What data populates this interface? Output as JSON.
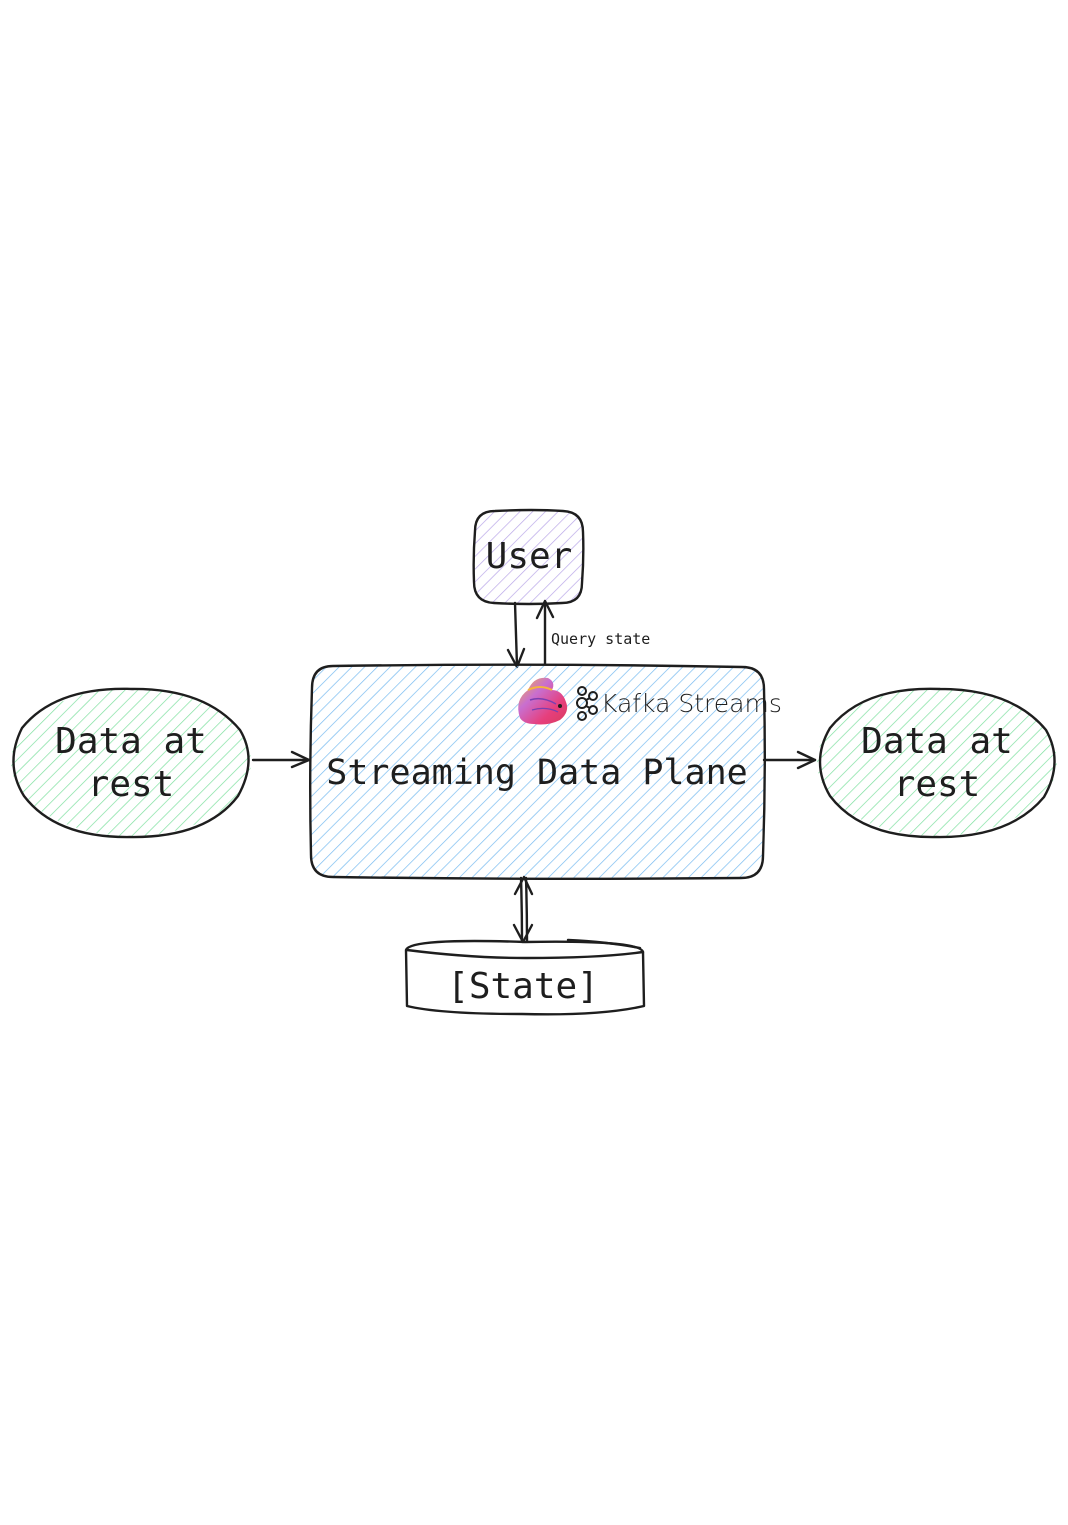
{
  "diagram": {
    "user": {
      "label": "User"
    },
    "query_label": "Query state",
    "plane": {
      "label": "Streaming Data Plane"
    },
    "source": {
      "line1": "Data at",
      "line2": "rest"
    },
    "sink": {
      "line1": "Data at",
      "line2": "rest"
    },
    "state": {
      "label": "[State]"
    },
    "logo": {
      "brand_text": "Kafka Streams",
      "icon": "flink-squirrel-icon",
      "mark": "kafka-logo-icon"
    },
    "colors": {
      "stroke": "#1e1e1e",
      "user_fill": "#b9a7e8",
      "plane_fill": "#78bbf0",
      "rest_fill": "#7ee0a0",
      "background": "#ffffff"
    }
  }
}
